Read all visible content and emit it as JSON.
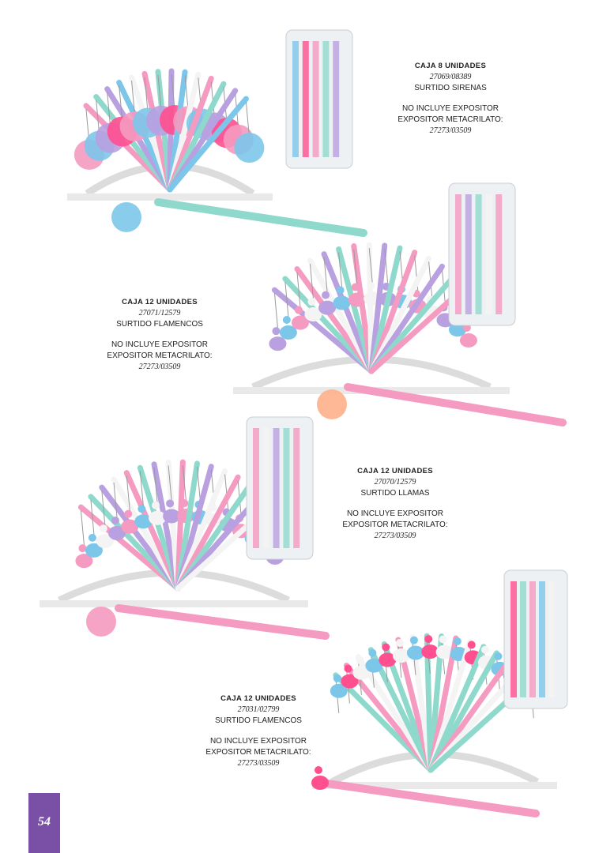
{
  "products": [
    {
      "title": "CAJA 8 UNIDADES",
      "code": "27069/08389",
      "description": "SURTIDO SIRENAS",
      "note_line1": "NO INCLUYE EXPOSITOR",
      "note_line2": "EXPOSITOR METACRILATO:",
      "display_code": "27273/03509"
    },
    {
      "title": "CAJA 12 UNIDADES",
      "code": "27071/12579",
      "description": "SURTIDO FLAMENCOS",
      "note_line1": "NO INCLUYE EXPOSITOR",
      "note_line2": "EXPOSITOR METACRILATO:",
      "display_code": "27273/03509"
    },
    {
      "title": "CAJA 12 UNIDADES",
      "code": "27070/12579",
      "description": "SURTIDO LLAMAS",
      "note_line1": "NO INCLUYE EXPOSITOR",
      "note_line2": "EXPOSITOR METACRILATO:",
      "display_code": "27273/03509"
    },
    {
      "title": "CAJA 12 UNIDADES",
      "code": "27031/02799",
      "description": "SURTIDO FLAMENCOS",
      "note_line1": "NO INCLUYE EXPOSITOR",
      "note_line2": "EXPOSITOR METACRILATO:",
      "display_code": "27273/03509"
    }
  ],
  "page_number": "54",
  "colors": {
    "tab": "#7a50a6",
    "pink": "#f59ac0",
    "mint": "#8fd9cc",
    "lilac": "#b9a0e0",
    "blue": "#7cc6ea",
    "white": "#f4f4f4",
    "hotpink": "#ff4f8f"
  }
}
